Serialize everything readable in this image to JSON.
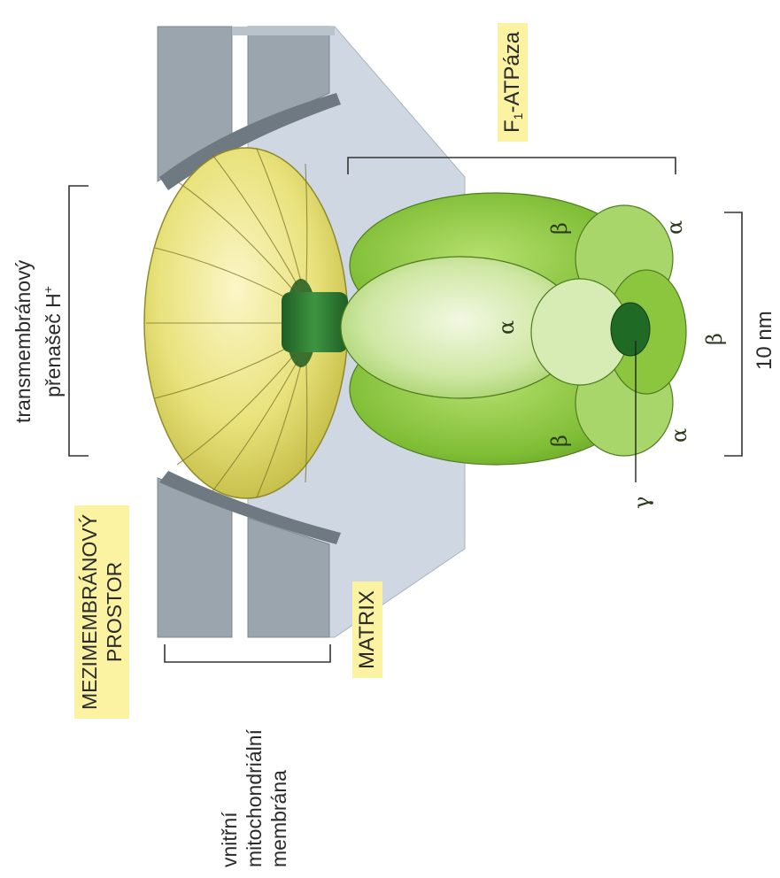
{
  "labels": {
    "f1_atpase_prefix": "F",
    "f1_atpase_sub": "1",
    "f1_atpase_suffix": "-ATPáza",
    "transporter_line1": "transmembránový",
    "transporter_line2": "přenašeč H",
    "transporter_sup": "+",
    "intermembrane_line1": "MEZIMEMBRÁNOVÝ",
    "intermembrane_line2": "PROSTOR",
    "matrix": "MATRIX",
    "membrane_line1": "vnitřní",
    "membrane_line2": "mitochondriální",
    "membrane_line3": "membrána",
    "scale": "10 nm"
  },
  "subunits": {
    "alpha": "α",
    "beta": "β",
    "gamma": "γ"
  },
  "colors": {
    "label_highlight": "#fbf3a2",
    "membrane_gray": "#9aa4ad",
    "membrane_light": "#cfd8e2",
    "torus_yellow": "#e3dc72",
    "stalk_green": "#2f7a33",
    "head_green": "#8cc63f",
    "head_light": "#d8ecb0"
  }
}
